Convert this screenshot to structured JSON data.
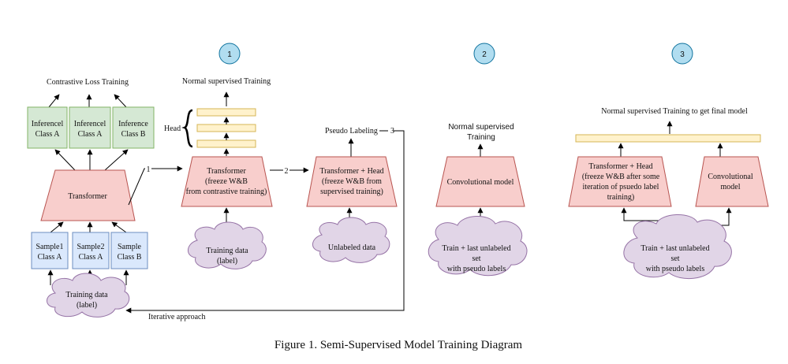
{
  "caption": "Figure 1. Semi-Supervised Model Training Diagram",
  "colors": {
    "green_fill": "#d5e8d4",
    "green_stroke": "#82b366",
    "red_fill": "#f8cecc",
    "red_stroke": "#b85450",
    "blue_fill": "#dae8fc",
    "blue_stroke": "#6c8ebf",
    "purple_fill": "#e1d5e7",
    "purple_stroke": "#9673a6",
    "yellow_fill": "#fff2cc",
    "yellow_stroke": "#d6b656",
    "teal_fill": "#b1ddf0",
    "teal_stroke": "#10739e"
  },
  "steps": [
    "1",
    "2",
    "3"
  ],
  "stage0": {
    "top_label": "Contrastive Loss Training",
    "inference": [
      [
        "Inferencel",
        "Class A"
      ],
      [
        "Inferencel",
        "Class A"
      ],
      [
        "Inference",
        "Class B"
      ]
    ],
    "transformer": "Transformer",
    "samples": [
      [
        "Sample1",
        "Class A"
      ],
      [
        "Sample2",
        "Class A"
      ],
      [
        "Sample",
        "Class B"
      ]
    ],
    "training_data": [
      "Training data",
      "(label)"
    ],
    "iterative": "Iterative approach"
  },
  "stage1": {
    "top_label": "Normal supervised Training",
    "head_label": "Head",
    "transformer": [
      "Transformer",
      "(freeze W&B",
      "from contrastive training)"
    ],
    "training_data": [
      "Training data",
      "(label)"
    ],
    "edge_in": "1"
  },
  "stage2": {
    "pseudo": "Pseudo Labeling",
    "pseudo_num": "3",
    "transformer": [
      "Transformer + Head",
      "(freeze W&B from",
      "supervised training)"
    ],
    "unlabeled": "Unlabeled data",
    "edge_in": "2"
  },
  "stage3": {
    "top_label": [
      "Normal supervised",
      "Training"
    ],
    "model": "Convolutional model",
    "data": [
      "Train + last unlabeled",
      "set",
      "with pseudo labels"
    ]
  },
  "stage4": {
    "top_label": "Normal supervised Training to get final model",
    "transformer": [
      "Transformer + Head",
      "(freeze W&B after some",
      "iteration of psuedo label",
      "training)"
    ],
    "model": [
      "Convolutional",
      "model"
    ],
    "data": [
      "Train + last unlabeled",
      "set",
      "with pseudo labels"
    ]
  }
}
